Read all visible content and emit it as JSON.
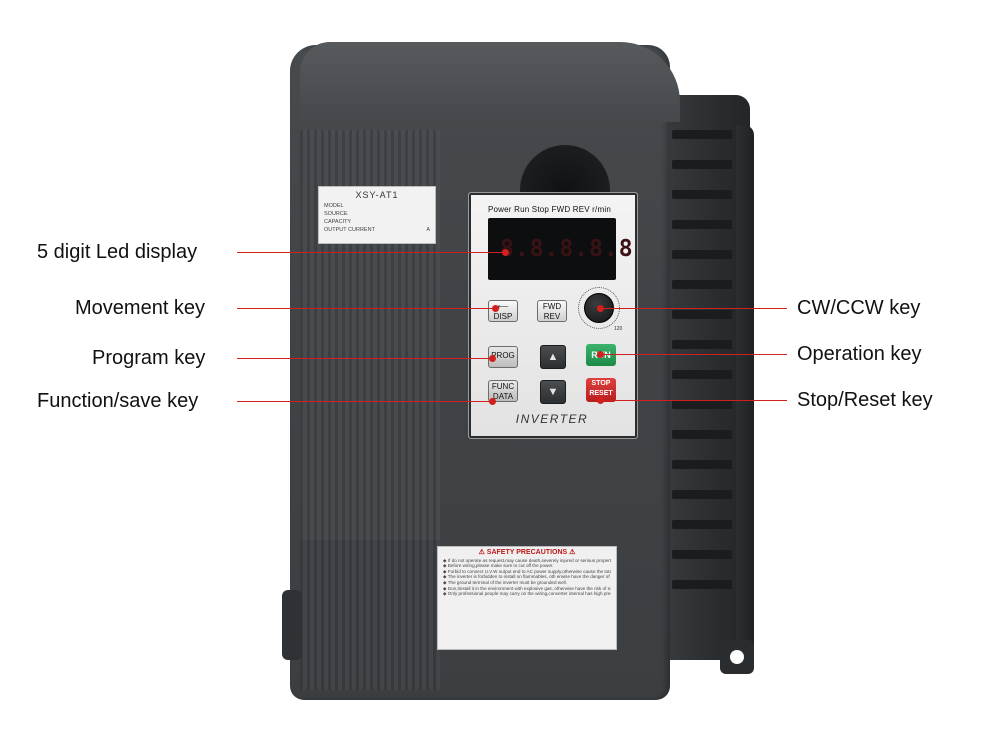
{
  "callouts": {
    "led_display": "5 digit Led display",
    "movement_key": "Movement key",
    "program_key": "Program key",
    "function_save_key": "Function/save key",
    "cw_ccw_key": "CW/CCW key",
    "operation_key": "Operation key",
    "stop_reset_key": "Stop/Reset key"
  },
  "nameplate": {
    "model_name": "XSY-AT1",
    "model": "MODEL",
    "source": "SOURCE",
    "capacity": "CAPACITY",
    "output_current": "OUTPUT CURRENT",
    "a": "A"
  },
  "panel": {
    "indicators": "Power Run  Stop FWD REV r/min",
    "led_value": "8.8.8.8.8",
    "disp": "DISP",
    "fwd": "FWD",
    "rev": "REV",
    "prog": "PROG",
    "run": "RUN",
    "func": "FUNC",
    "data": "DATA",
    "stop": "STOP",
    "reset": "RESET",
    "brand": "INVERTER",
    "dial_max": "120",
    "up_arrow": "▲",
    "down_arrow": "▼",
    "left_arrow": "⟵"
  },
  "safety": {
    "title": "⚠ SAFETY PRECAUTIONS ⚠",
    "lines": [
      "◆ If do not operate as request,may cause death,severely injured or serious property loss.",
      "◆ Before wiring,please make sure to cut off the power.",
      "◆ Forbid to connect U.V.W output end to AC power supply,otherwise cause the totally damage of the inverter.",
      "◆ The inverter is forbidden to install on flammables, oth erwise have the danger of fire.",
      "◆ The ground terminal of the inverter must be grounded well.",
      "◆ Don,tinstall it in the environment with explosive gas, otherwise have the risk of explosion.",
      "◆ Only professional people may carry on the wiring,converter internal has high pressure,and prohibit severely opening the shell."
    ]
  },
  "colors": {
    "callout_line": "#d31f1f",
    "run_key": "#1d8a48",
    "stop_key": "#c01818",
    "device_body": "#404447"
  }
}
